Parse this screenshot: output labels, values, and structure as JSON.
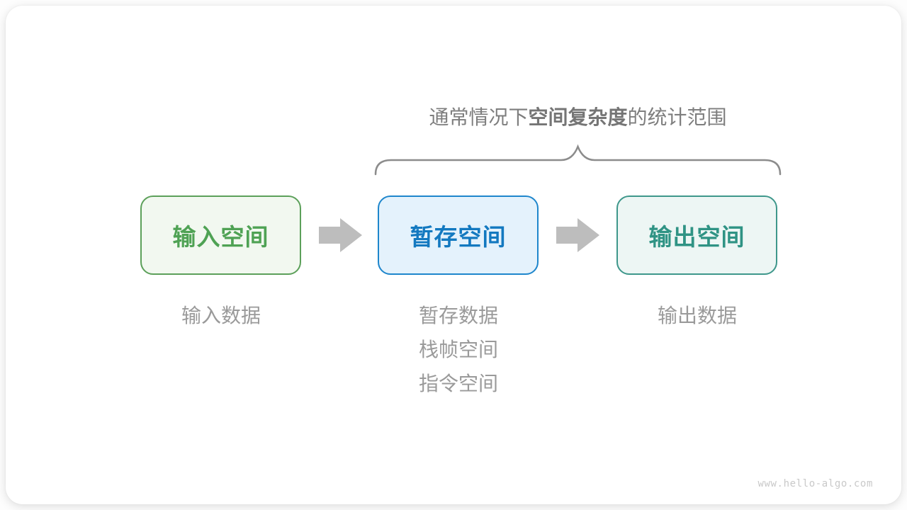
{
  "title": {
    "prefix": "通常情况下",
    "bold": "空间复杂度",
    "suffix": "的统计范围"
  },
  "boxes": [
    {
      "id": "input-space",
      "label": "输入空间",
      "border_color": "#5CA05A",
      "bg_color": "#F2F8F0",
      "text_color": "#4FA254",
      "notes": [
        "输入数据"
      ]
    },
    {
      "id": "temp-space",
      "label": "暂存空间",
      "border_color": "#1E86CC",
      "bg_color": "#E4F2FC",
      "text_color": "#1379C0",
      "notes": [
        "暂存数据",
        "栈帧空间",
        "指令空间"
      ]
    },
    {
      "id": "output-space",
      "label": "输出空间",
      "border_color": "#3E978B",
      "bg_color": "#EDF6F4",
      "text_color": "#2F9384",
      "notes": [
        "输出数据"
      ]
    }
  ],
  "graphics": {
    "arrow_color": "#BDBDBD",
    "brace_color": "#8C8C8C",
    "title_color": "#7E7E7E",
    "note_color": "#9A9A9A"
  },
  "watermark": "www.hello-algo.com"
}
